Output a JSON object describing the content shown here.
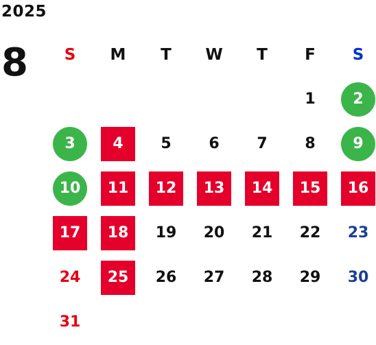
{
  "calendar": {
    "year": "2025",
    "month": "8",
    "weekdays": [
      {
        "label": "S",
        "color": "#e60012"
      },
      {
        "label": "M",
        "color": "#111111"
      },
      {
        "label": "T",
        "color": "#111111"
      },
      {
        "label": "W",
        "color": "#111111"
      },
      {
        "label": "T",
        "color": "#111111"
      },
      {
        "label": "F",
        "color": "#111111"
      },
      {
        "label": "S",
        "color": "#0033cc"
      }
    ],
    "weeks": [
      [
        null,
        null,
        null,
        null,
        null,
        {
          "day": "1",
          "type": "normal"
        },
        {
          "day": "2",
          "type": "special"
        }
      ],
      [
        {
          "day": "3",
          "type": "special"
        },
        {
          "day": "4",
          "type": "holiday"
        },
        {
          "day": "5",
          "type": "normal"
        },
        {
          "day": "6",
          "type": "normal"
        },
        {
          "day": "7",
          "type": "normal"
        },
        {
          "day": "8",
          "type": "normal"
        },
        {
          "day": "9",
          "type": "special"
        }
      ],
      [
        {
          "day": "10",
          "type": "special"
        },
        {
          "day": "11",
          "type": "holiday"
        },
        {
          "day": "12",
          "type": "holiday"
        },
        {
          "day": "13",
          "type": "holiday"
        },
        {
          "day": "14",
          "type": "holiday"
        },
        {
          "day": "15",
          "type": "holiday"
        },
        {
          "day": "16",
          "type": "holiday"
        }
      ],
      [
        {
          "day": "17",
          "type": "holiday"
        },
        {
          "day": "18",
          "type": "holiday"
        },
        {
          "day": "19",
          "type": "normal"
        },
        {
          "day": "20",
          "type": "normal"
        },
        {
          "day": "21",
          "type": "normal"
        },
        {
          "day": "22",
          "type": "normal"
        },
        {
          "day": "23",
          "type": "sat"
        }
      ],
      [
        {
          "day": "24",
          "type": "sun"
        },
        {
          "day": "25",
          "type": "holiday"
        },
        {
          "day": "26",
          "type": "normal"
        },
        {
          "day": "27",
          "type": "normal"
        },
        {
          "day": "28",
          "type": "normal"
        },
        {
          "day": "29",
          "type": "normal"
        },
        {
          "day": "30",
          "type": "sat"
        }
      ],
      [
        {
          "day": "31",
          "type": "sun"
        },
        null,
        null,
        null,
        null,
        null,
        null
      ]
    ]
  },
  "colors": {
    "holiday_bg": "#e4002b",
    "special_bg": "#3bb54a",
    "sunday_text": "#e60012",
    "saturday_text": "#1c3f94",
    "default_text": "#111111"
  }
}
